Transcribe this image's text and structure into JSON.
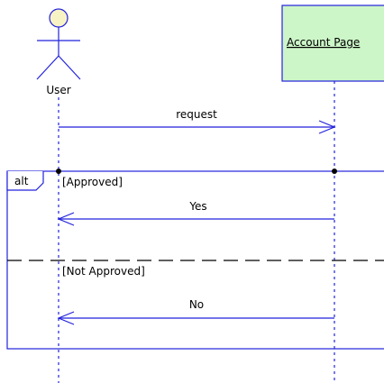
{
  "actor": {
    "name": "User"
  },
  "object": {
    "name": "Account Page"
  },
  "messages": [
    {
      "label": "request"
    },
    {
      "label": "Yes"
    },
    {
      "label": "No"
    }
  ],
  "fragment": {
    "operator": "alt",
    "guards": [
      "[Approved]",
      "[Not Approved]"
    ]
  },
  "colors": {
    "line": "#2222dd",
    "object_fill": "#ccf5c8",
    "actor_fill": "#f7f3c4",
    "separator": "#000000"
  }
}
